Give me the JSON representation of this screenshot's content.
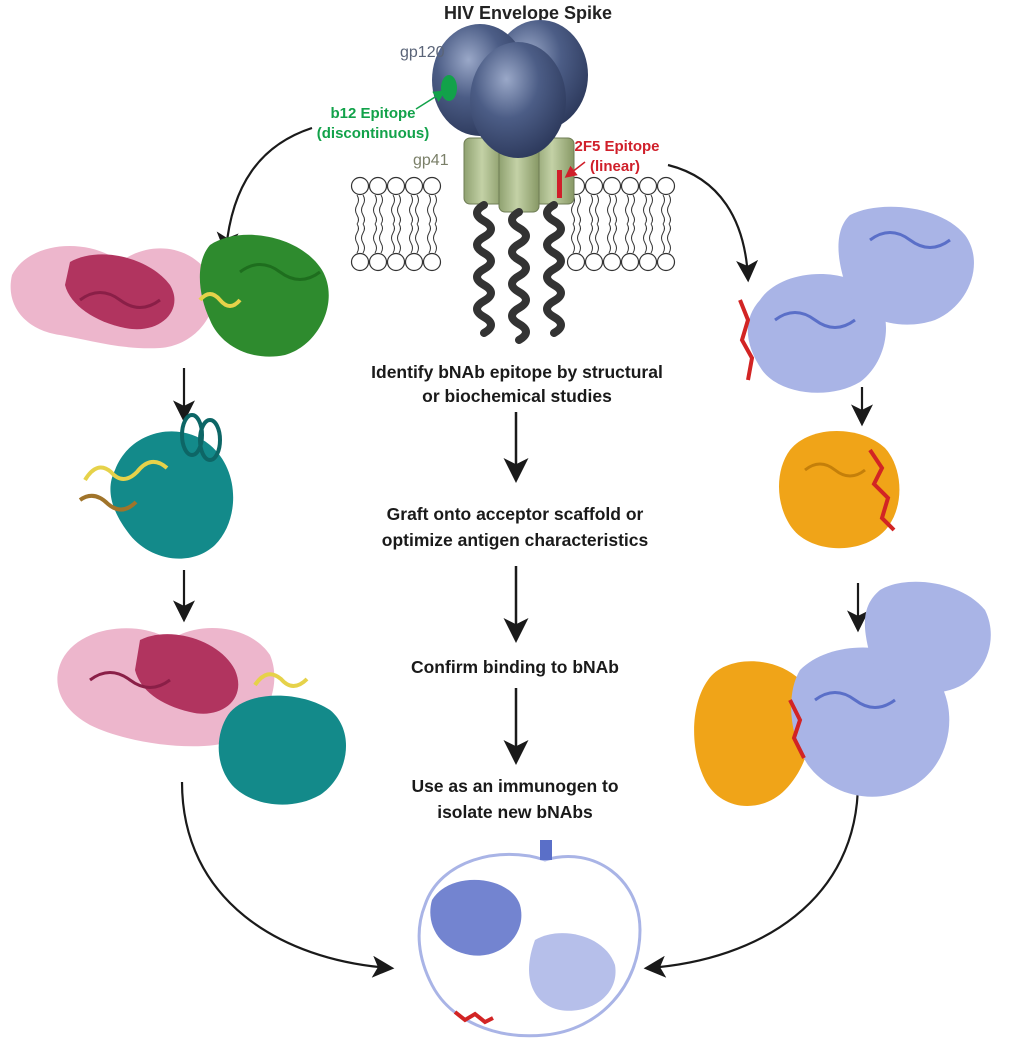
{
  "title": "HIV Envelope Spike",
  "labels": {
    "gp120": "gp120",
    "gp41": "gp41",
    "b12_line1": "b12 Epitope",
    "b12_line2": "(discontinuous)",
    "f25_line1": "2F5 Epitope",
    "f25_line2": "(linear)"
  },
  "steps": {
    "identify_line1": "Identify bNAb epitope by structural",
    "identify_line2": "or biochemical studies",
    "graft_line1": "Graft onto acceptor scaffold or",
    "graft_line2": "optimize antigen characteristics",
    "confirm": "Confirm binding to bNAb",
    "use_line1": "Use as an immunogen to",
    "use_line2": "isolate new bNAbs"
  },
  "colors": {
    "gp120": "#3f5078",
    "gp41": "#a8b98c",
    "b12_epitope": "#12a24a",
    "f25_epitope": "#d01f2a",
    "antibody_dark": "#b1345f",
    "antibody_light": "#eaa9c3",
    "b12_gp120_ribbon": "#2e8b2e",
    "teal_scaffold": "#138a8a",
    "yellow_epitope": "#e6d24a",
    "blue_antibody_dark": "#5a6fc8",
    "blue_antibody_light": "#a9b4e6",
    "orange_scaffold": "#f0a418",
    "red_peptide": "#d22424"
  },
  "structures": [
    "b12-fab-gp120-complex",
    "teal-scaffold-with-epitope",
    "b12-fab-scaffold-complex",
    "2f5-fab-peptide-complex",
    "orange-scaffold-with-peptide",
    "2f5-fab-scaffold-complex",
    "new-bnab-fab"
  ]
}
